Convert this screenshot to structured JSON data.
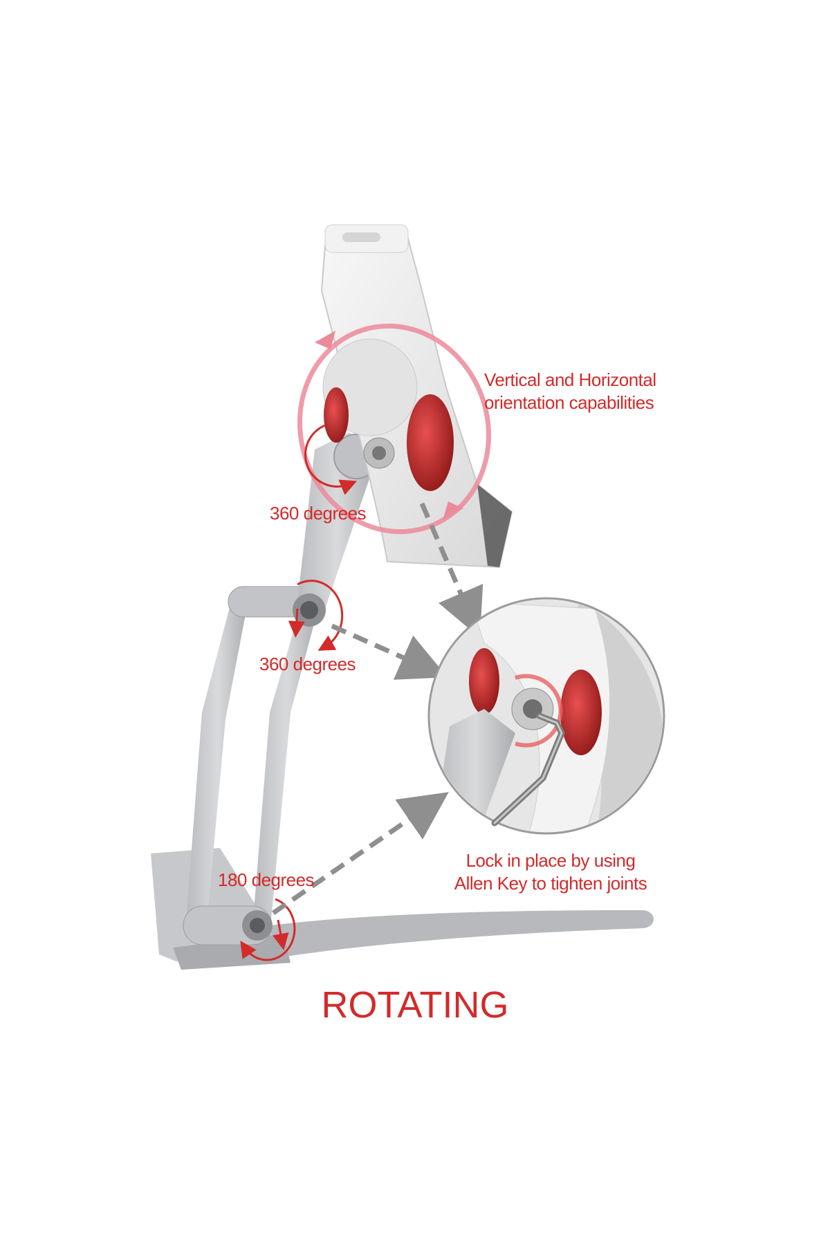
{
  "callouts": {
    "orientation_line1": "Vertical and Horizontal",
    "orientation_line2": "orientation capabilities",
    "top_joint": "360 degrees",
    "middle_joint": "360 degrees",
    "bottom_joint": "180 degrees",
    "lock_line1": "Lock in place by using",
    "lock_line2": "Allen Key to tighten joints"
  },
  "title": "ROTATING",
  "colors": {
    "accent_red": "#d32a2a",
    "arrow_pink": "#ec8a9a",
    "stand_silver": "#c9cbcd",
    "holder_white": "#eeeeee",
    "dashed_arrow_gray": "#8f8f8f"
  },
  "icons": [
    "rotation-arrow-icon",
    "dashed-arrow-icon",
    "allen-key-icon"
  ]
}
